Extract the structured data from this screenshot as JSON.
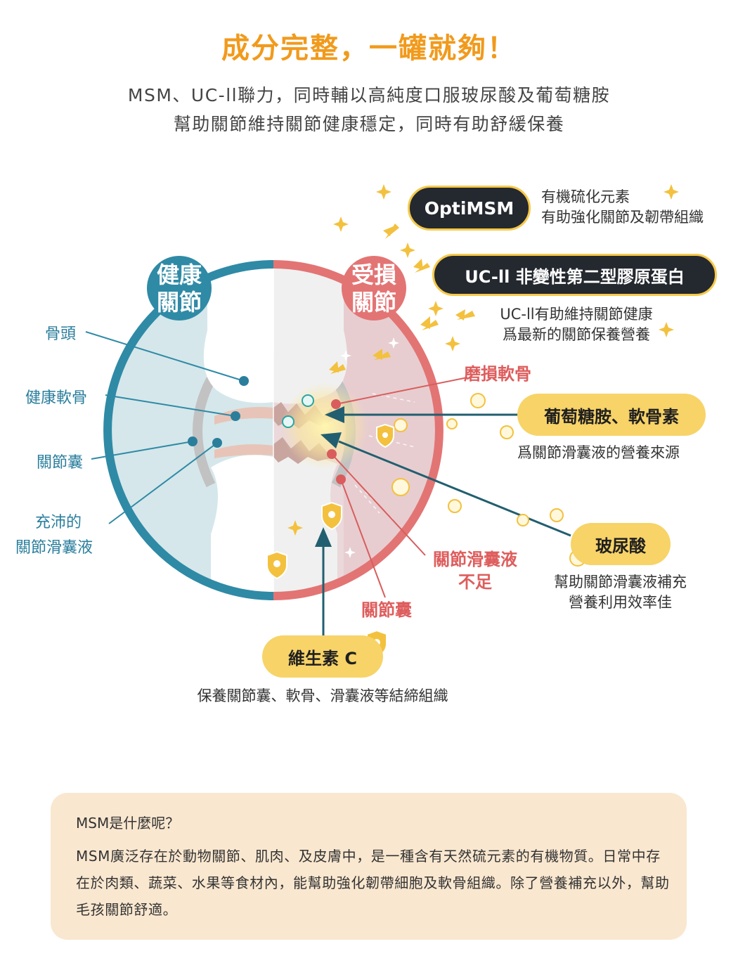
{
  "header": {
    "title": "成分完整，一罐就夠！",
    "subtitle_line1": "MSM、UC-ll聯力，同時輔以高純度口服玻尿酸及葡萄糖胺",
    "subtitle_line2": "幫助關節維持關節健康穩定，同時有助舒緩保養"
  },
  "diagram": {
    "healthy_title": [
      "健康",
      "關節"
    ],
    "damaged_title": [
      "受損",
      "關節"
    ],
    "left_labels": {
      "bone_head": "骨頭",
      "healthy_cartilage": "健康軟骨",
      "joint_capsule": "關節囊",
      "synovial_line1": "充沛的",
      "synovial_line2": "關節滑囊液"
    },
    "right_labels": {
      "worn_cartilage": "磨損軟骨",
      "synovial_short_line1": "關節滑囊液",
      "synovial_short_line2": "不足",
      "joint_capsule": "關節囊"
    },
    "ingredients": {
      "optimsm": {
        "name": "OptiMSM",
        "desc_line1": "有機硫化元素",
        "desc_line2": "有助強化關節及韌帶組織"
      },
      "ucii": {
        "name": "UC-ll 非變性第二型膠原蛋白",
        "desc_line1": "UC-ll有助維持關節健康",
        "desc_line2": "爲最新的關節保養營養"
      },
      "glucosamine": {
        "name": "葡萄糖胺、軟骨素",
        "desc": "爲關節滑囊液的營養來源"
      },
      "hyaluronic": {
        "name": "玻尿酸",
        "desc_line1": "幫助關節滑囊液補充",
        "desc_line2": "營養利用效率佳"
      },
      "vitamin_c": {
        "name": "維生素 C",
        "desc": "保養關節囊、軟骨、滑囊液等結締組織"
      }
    }
  },
  "info_box": {
    "question": "MSM是什麼呢？",
    "body": "MSM廣泛存在於動物關節、肌肉、及皮膚中，是一種含有天然硫元素的有機物質。日常中存在於肉類、蔬菜、水果等食材內，能幫助強化韌帶細胞及軟骨組織。除了營養補充以外，幫助毛孩關節舒適。"
  },
  "colors": {
    "title_orange": "#f19a1c",
    "healthy_blue": "#2f8aa6",
    "damaged_red": "#e37474",
    "pill_dark": "#24282f",
    "pill_yellow": "#f7d368",
    "info_bg": "#f9e7cf"
  }
}
